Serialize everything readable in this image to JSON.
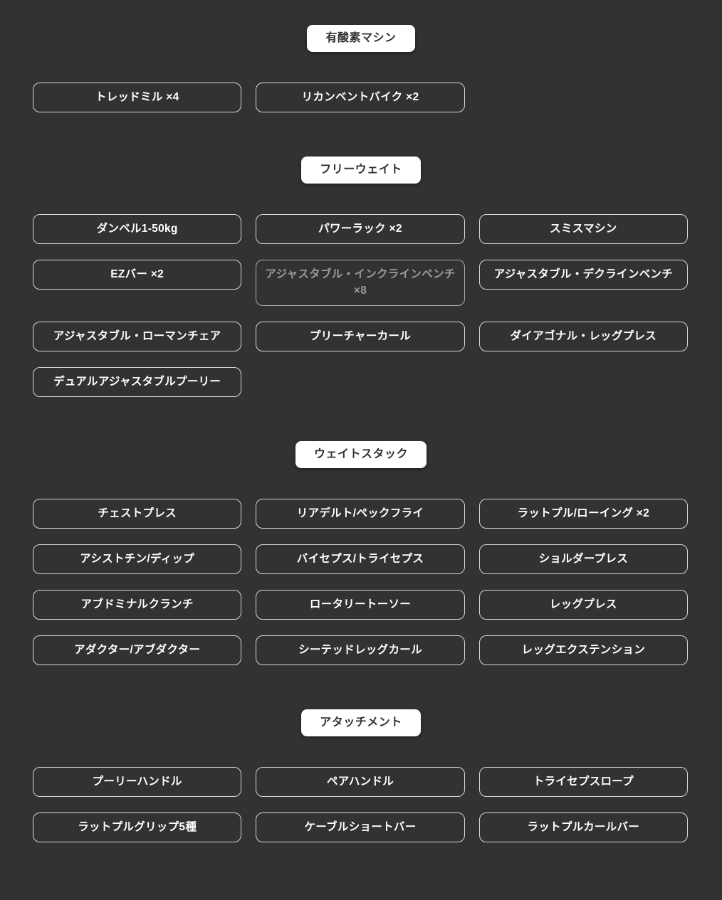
{
  "page": {
    "background_color": "#323232",
    "badge_background": "#ffffff",
    "badge_text_color": "#333333",
    "button_border_color": "#d6d6d6",
    "button_text_color": "#ffffff",
    "dimmed_text_color": "#9b9b9b"
  },
  "sections": [
    {
      "title": "有酸素マシン",
      "items": [
        {
          "label": "トレッドミル ×4"
        },
        {
          "label": "リカンベントバイク ×2"
        }
      ]
    },
    {
      "title": "フリーウェイト",
      "items": [
        {
          "label": "ダンベル1-50kg"
        },
        {
          "label": "パワーラック ×2"
        },
        {
          "label": "スミスマシン"
        },
        {
          "label": "EZバー ×2"
        },
        {
          "label": "アジャスタブル・インクラインベンチ ×8",
          "state": "dimmed"
        },
        {
          "label": "アジャスタブル・デクラインベンチ"
        },
        {
          "label": "アジャスタブル・ローマンチェア"
        },
        {
          "label": "プリーチャーカール"
        },
        {
          "label": "ダイアゴナル・レッグプレス"
        },
        {
          "label": "デュアルアジャスタブルプーリー"
        }
      ]
    },
    {
      "title": "ウェイトスタック",
      "items": [
        {
          "label": "チェストプレス"
        },
        {
          "label": "リアデルト/ペックフライ"
        },
        {
          "label": "ラットプル/ローイング ×2"
        },
        {
          "label": "アシストチン/ディップ"
        },
        {
          "label": "バイセプス/トライセプス"
        },
        {
          "label": "ショルダープレス"
        },
        {
          "label": "アブドミナルクランチ"
        },
        {
          "label": "ロータリートーソー"
        },
        {
          "label": "レッグプレス"
        },
        {
          "label": "アダクター/アブダクター"
        },
        {
          "label": "シーテッドレッグカール"
        },
        {
          "label": "レッグエクステンション"
        }
      ]
    },
    {
      "title": "アタッチメント",
      "items": [
        {
          "label": "プーリーハンドル"
        },
        {
          "label": "ペアハンドル"
        },
        {
          "label": "トライセプスロープ"
        },
        {
          "label": "ラットプルグリップ5種"
        },
        {
          "label": "ケーブルショートバー"
        },
        {
          "label": "ラットプルカールバー"
        }
      ]
    }
  ]
}
